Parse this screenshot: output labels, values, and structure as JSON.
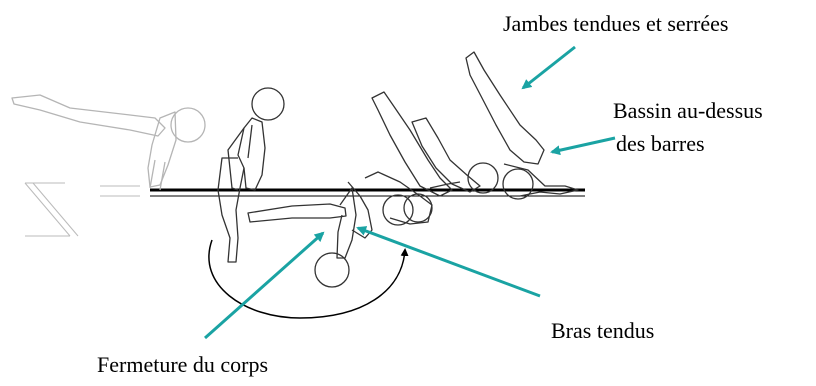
{
  "labels": {
    "legs": "Jambes tendues et serrées",
    "pelvis_line1": "Bassin au-dessus",
    "pelvis_line2": "des barres",
    "arms": "Bras tendus",
    "body_closure": "Fermeture du corps"
  },
  "colors": {
    "arrow": "#1aa3a3",
    "line": "#000000",
    "faint_figure": "#b5b5b5"
  }
}
